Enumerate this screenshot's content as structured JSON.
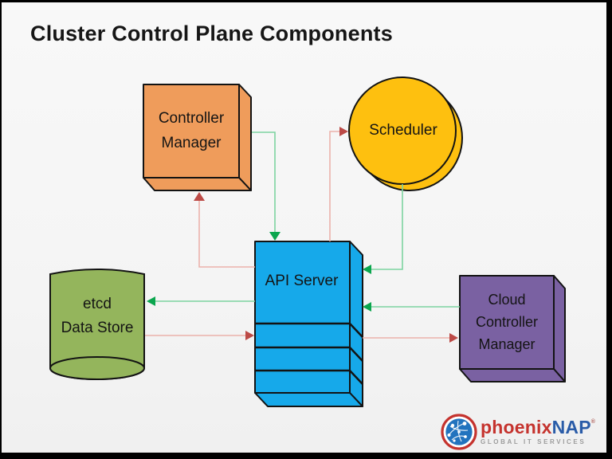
{
  "title": "Cluster Control Plane Components",
  "nodes": {
    "controller_manager": {
      "label": "Controller\nManager",
      "shape": "cube"
    },
    "scheduler": {
      "label": "Scheduler",
      "shape": "stacked-circles"
    },
    "api_server": {
      "label": "API Server",
      "shape": "sliced-cube"
    },
    "etcd": {
      "label": "etcd\nData Store",
      "shape": "cylinder"
    },
    "cloud_controller_manager": {
      "label": "Cloud\nController\nManager",
      "shape": "cube"
    }
  },
  "edges": [
    {
      "from": "controller-manager",
      "to": "api-server",
      "color": "green"
    },
    {
      "from": "api-server",
      "to": "controller-manager",
      "color": "red"
    },
    {
      "from": "api-server",
      "to": "scheduler",
      "color": "red"
    },
    {
      "from": "scheduler",
      "to": "api-server",
      "color": "green"
    },
    {
      "from": "api-server",
      "to": "etcd",
      "color": "green"
    },
    {
      "from": "etcd",
      "to": "api-server",
      "color": "red"
    },
    {
      "from": "cloud-controller-manager",
      "to": "api-server",
      "color": "green"
    },
    {
      "from": "api-server",
      "to": "cloud-controller-manager",
      "color": "red"
    }
  ],
  "colors": {
    "orange": "#ef9c5b",
    "gold": "#fec00f",
    "cyan": "#16a9ea",
    "olive": "#94b55c",
    "purple": "#7a61a2",
    "outline": "#131313",
    "green_line": "#7dd3a0",
    "green_head": "#0ba64e",
    "red_line": "#ebb2ab",
    "red_head": "#bc4a46"
  },
  "logo": {
    "brand_red": "phoenix",
    "brand_blue": "NAP",
    "registered": "®",
    "tagline": "GLOBAL IT SERVICES"
  }
}
